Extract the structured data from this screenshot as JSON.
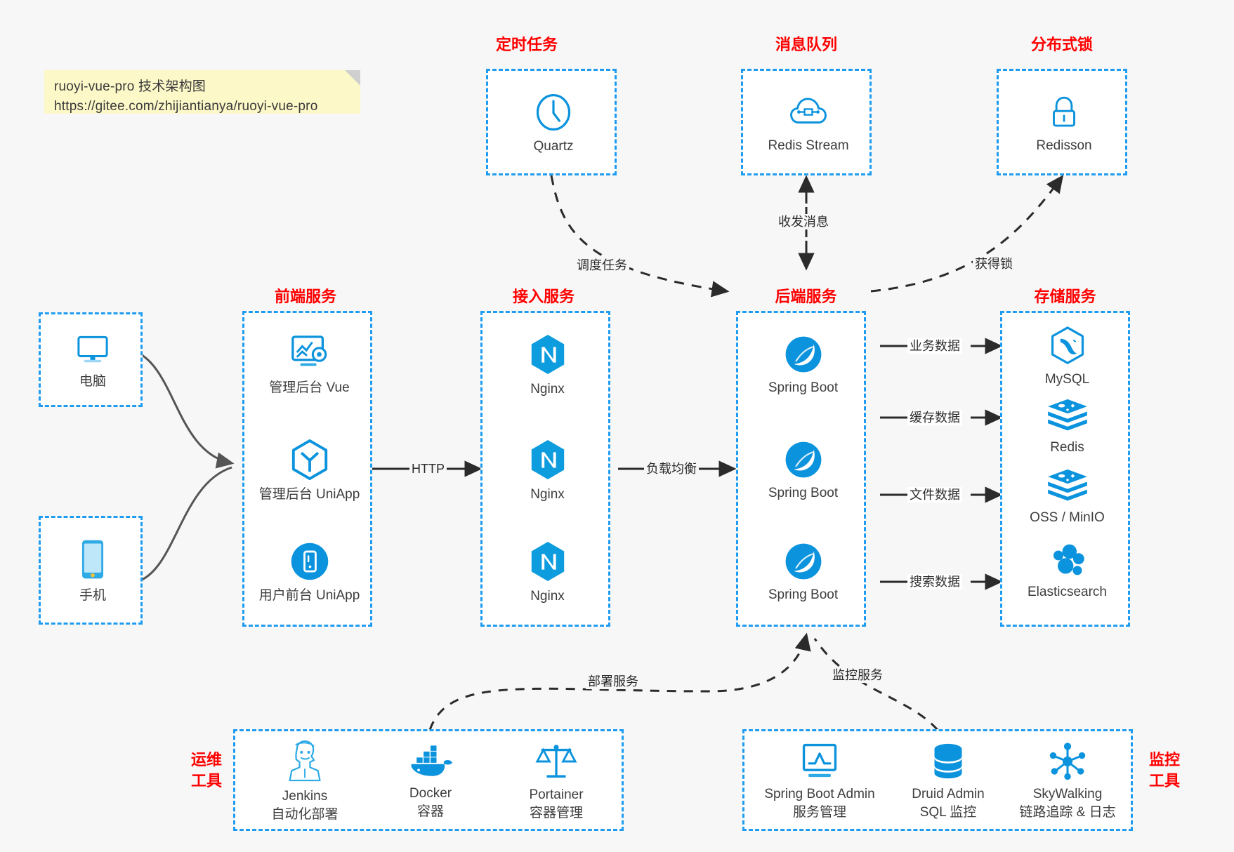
{
  "note": {
    "line1": "ruoyi-vue-pro 技术架构图",
    "line2": "https://gitee.com/zhijiantianya/ruoyi-vue-pro"
  },
  "colors": {
    "accent_blue": "#1f9cf0",
    "icon_blue": "#0b93dd",
    "title_red": "#ff0000",
    "background": "#f7f7f7",
    "note_yellow": "#fcf8c8",
    "edge_dark": "#2b2b2b",
    "edge_gray": "#555555"
  },
  "groups": {
    "scheduler": {
      "title": "定时任务",
      "items": [
        {
          "label": "Quartz",
          "icon": "clock-icon"
        }
      ]
    },
    "mq": {
      "title": "消息队列",
      "items": [
        {
          "label": "Redis Stream",
          "icon": "cloud-stream-icon"
        }
      ]
    },
    "lock": {
      "title": "分布式锁",
      "items": [
        {
          "label": "Redisson",
          "icon": "lock-icon"
        }
      ]
    },
    "client_pc": {
      "items": [
        {
          "label": "电脑",
          "icon": "desktop-icon"
        }
      ]
    },
    "client_mobile": {
      "items": [
        {
          "label": "手机",
          "icon": "phone-icon"
        }
      ]
    },
    "frontend": {
      "title": "前端服务",
      "items": [
        {
          "label": "管理后台 Vue",
          "icon": "dashboard-gear-icon"
        },
        {
          "label": "管理后台 UniApp",
          "icon": "cube-icon"
        },
        {
          "label": "用户前台 UniApp",
          "icon": "mobile-app-icon"
        }
      ]
    },
    "gateway": {
      "title": "接入服务",
      "items": [
        {
          "label": "Nginx",
          "icon": "nginx-icon"
        },
        {
          "label": "Nginx",
          "icon": "nginx-icon"
        },
        {
          "label": "Nginx",
          "icon": "nginx-icon"
        }
      ]
    },
    "backend": {
      "title": "后端服务",
      "items": [
        {
          "label": "Spring Boot",
          "icon": "spring-leaf-icon"
        },
        {
          "label": "Spring Boot",
          "icon": "spring-leaf-icon"
        },
        {
          "label": "Spring Boot",
          "icon": "spring-leaf-icon"
        }
      ]
    },
    "storage": {
      "title": "存储服务",
      "items": [
        {
          "label": "MySQL",
          "icon": "mysql-dolphin-icon"
        },
        {
          "label": "Redis",
          "icon": "redis-stack-icon"
        },
        {
          "label": "OSS / MinIO",
          "icon": "redis-stack-icon"
        },
        {
          "label": "Elasticsearch",
          "icon": "elasticsearch-icon"
        }
      ]
    },
    "devops": {
      "title_line1": "运维",
      "title_line2": "工具",
      "items": [
        {
          "label": "Jenkins",
          "sub": "自动化部署",
          "icon": "jenkins-butler-icon"
        },
        {
          "label": "Docker",
          "sub": "容器",
          "icon": "docker-whale-icon"
        },
        {
          "label": "Portainer",
          "sub": "容器管理",
          "icon": "scales-icon"
        }
      ]
    },
    "monitor": {
      "title_line1": "监控",
      "title_line2": "工具",
      "items": [
        {
          "label": "Spring Boot Admin",
          "sub": "服务管理",
          "icon": "monitor-chart-icon"
        },
        {
          "label": "Druid Admin",
          "sub": "SQL 监控",
          "icon": "database-icon"
        },
        {
          "label": "SkyWalking",
          "sub": "链路追踪 & 日志",
          "icon": "skywalking-node-icon"
        }
      ]
    }
  },
  "edges": [
    {
      "id": "http",
      "label": "HTTP"
    },
    {
      "id": "loadbalance",
      "label": "负载均衡"
    },
    {
      "id": "schedule",
      "label": "调度任务"
    },
    {
      "id": "message",
      "label": "收发消息"
    },
    {
      "id": "getlock",
      "label": "获得锁"
    },
    {
      "id": "bizdata",
      "label": "业务数据"
    },
    {
      "id": "cachedata",
      "label": "缓存数据"
    },
    {
      "id": "filedata",
      "label": "文件数据"
    },
    {
      "id": "searchdata",
      "label": "搜索数据"
    },
    {
      "id": "deploy",
      "label": "部署服务"
    },
    {
      "id": "monitoring",
      "label": "监控服务"
    }
  ]
}
